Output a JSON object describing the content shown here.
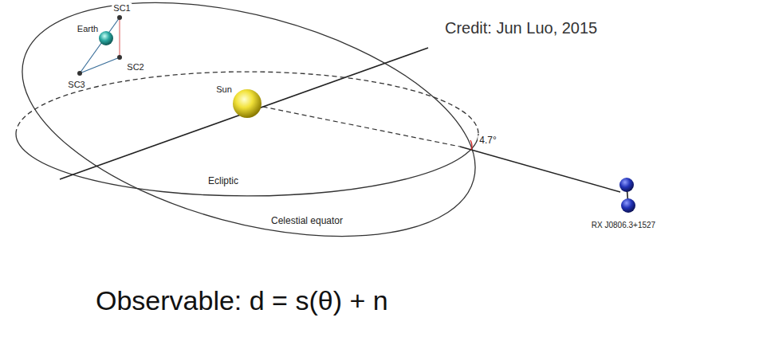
{
  "diagram": {
    "caption": "Observable: d = s(θ) + n",
    "labels": [
      "Credit: Jun Luo, 2015",
      "SC1",
      "Earth",
      "SC2",
      "SC3",
      "Sun",
      "Ecliptic",
      "Celestial equator",
      "4.7°",
      "RX J0806.3+1527"
    ]
  }
}
